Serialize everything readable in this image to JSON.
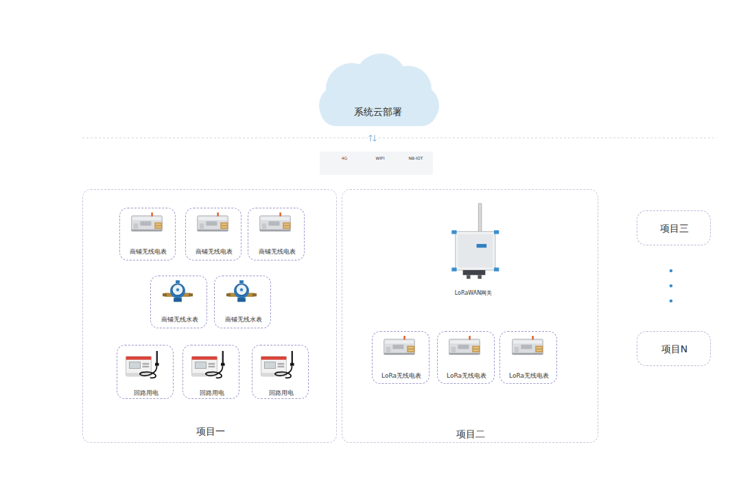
{
  "diagram": {
    "nodes": [
      {
        "text": [
          "系统云部署"
        ]
      },
      {
        "text": [
          "4G",
          "WIFI",
          "NB-IOT"
        ]
      },
      {
        "text": [
          "项目一"
        ]
      },
      {
        "text": [
          "商铺无线电表"
        ],
        "in": 2
      },
      {
        "text": [
          "商铺无线电表"
        ],
        "in": 2
      },
      {
        "text": [
          "商铺无线电表"
        ],
        "in": 2
      },
      {
        "text": [
          "商铺无线水表"
        ],
        "in": 2
      },
      {
        "text": [
          "商铺无线水表"
        ],
        "in": 2
      },
      {
        "text": [
          "回路用电"
        ],
        "in": 2
      },
      {
        "text": [
          "回路用电"
        ],
        "in": 2
      },
      {
        "text": [
          "回路用电"
        ],
        "in": 2
      },
      {
        "text": [
          "项目二"
        ]
      },
      {
        "text": [
          "LoRa无线电表"
        ],
        "in": 11
      },
      {
        "text": [
          "LoRa无线电表"
        ],
        "in": 11
      },
      {
        "text": [
          "LoRa无线电表"
        ],
        "in": 11
      },
      {
        "text": [
          "项目三"
        ]
      },
      {
        "text": [
          "项目N"
        ]
      }
    ],
    "labels": [
      "LoRaWAN网关"
    ]
  }
}
